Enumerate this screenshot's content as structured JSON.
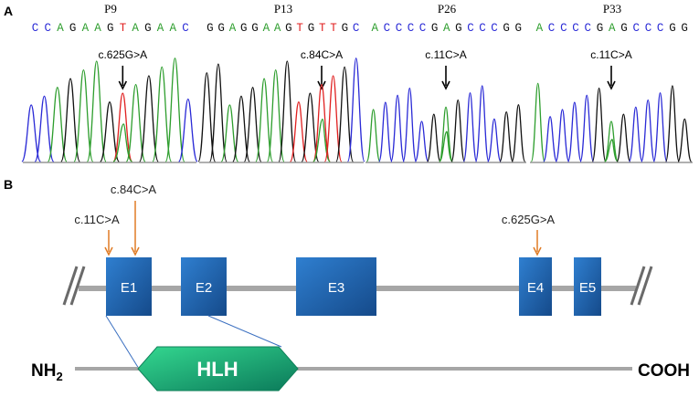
{
  "panel_a": {
    "letter": "A",
    "samples": [
      {
        "label": "P9",
        "sequence": "CCAGAAGTAGAAC",
        "mutation": "c.625G>A"
      },
      {
        "label": "P13",
        "sequence": "GGAGGAAGTGTTGC",
        "mutation": "c.84C>A"
      },
      {
        "label": "P26",
        "sequence": "ACCCCGAGCCCGG",
        "mutation": "c.11C>A"
      },
      {
        "label": "P33",
        "sequence": "ACCCCGAGCCCGG",
        "mutation": "c.11C>A"
      }
    ]
  },
  "panel_b": {
    "letter": "B",
    "exons": [
      "E1",
      "E2",
      "E3",
      "E4",
      "E5"
    ],
    "mutations": [
      {
        "label": "c.11C>A",
        "exon": "E1"
      },
      {
        "label": "c.84C>A",
        "exon": "E1"
      },
      {
        "label": "c.625G>A",
        "exon": "E4"
      }
    ],
    "protein": {
      "n_term": "NH",
      "n_term_sub": "2",
      "domain": "HLH",
      "c_term": "COOH"
    }
  },
  "colors": {
    "A": "#2e9e2e",
    "C": "#2a2ad6",
    "G": "#111111",
    "T": "#e02020",
    "exon": "#1f5fa8",
    "arrow": "#e07b24",
    "hlh": "#20b070",
    "line": "#a0a0a0"
  }
}
